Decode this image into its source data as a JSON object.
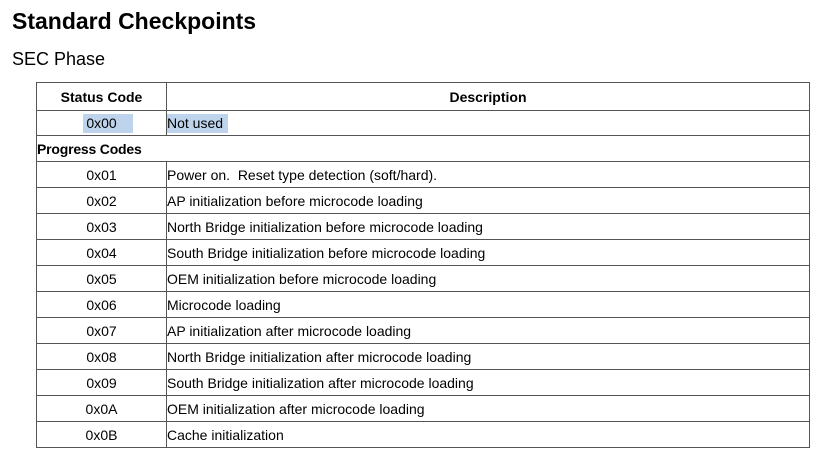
{
  "page": {
    "title": "Standard Checkpoints",
    "subtitle": "SEC Phase"
  },
  "table": {
    "headers": {
      "status_code": "Status Code",
      "description": "Description"
    },
    "selected_row": {
      "code": "0x00",
      "description": "Not used"
    },
    "section_label": "Progress Codes",
    "rows": [
      {
        "code": "0x01",
        "description": "Power on.  Reset type detection (soft/hard)."
      },
      {
        "code": "0x02",
        "description": "AP initialization before microcode loading"
      },
      {
        "code": "0x03",
        "description": "North Bridge initialization before microcode loading"
      },
      {
        "code": "0x04",
        "description": "South Bridge initialization before microcode loading"
      },
      {
        "code": "0x05",
        "description": "OEM initialization before microcode loading"
      },
      {
        "code": "0x06",
        "description": "Microcode loading"
      },
      {
        "code": "0x07",
        "description": "AP initialization after microcode loading"
      },
      {
        "code": "0x08",
        "description": "North Bridge initialization after microcode loading"
      },
      {
        "code": "0x09",
        "description": "South Bridge initialization after microcode loading"
      },
      {
        "code": "0x0A",
        "description": "OEM initialization after microcode loading"
      },
      {
        "code": "0x0B",
        "description": "Cache initialization"
      }
    ],
    "colors": {
      "selection_highlight": "#bdd4ec",
      "border": "#555555"
    }
  }
}
